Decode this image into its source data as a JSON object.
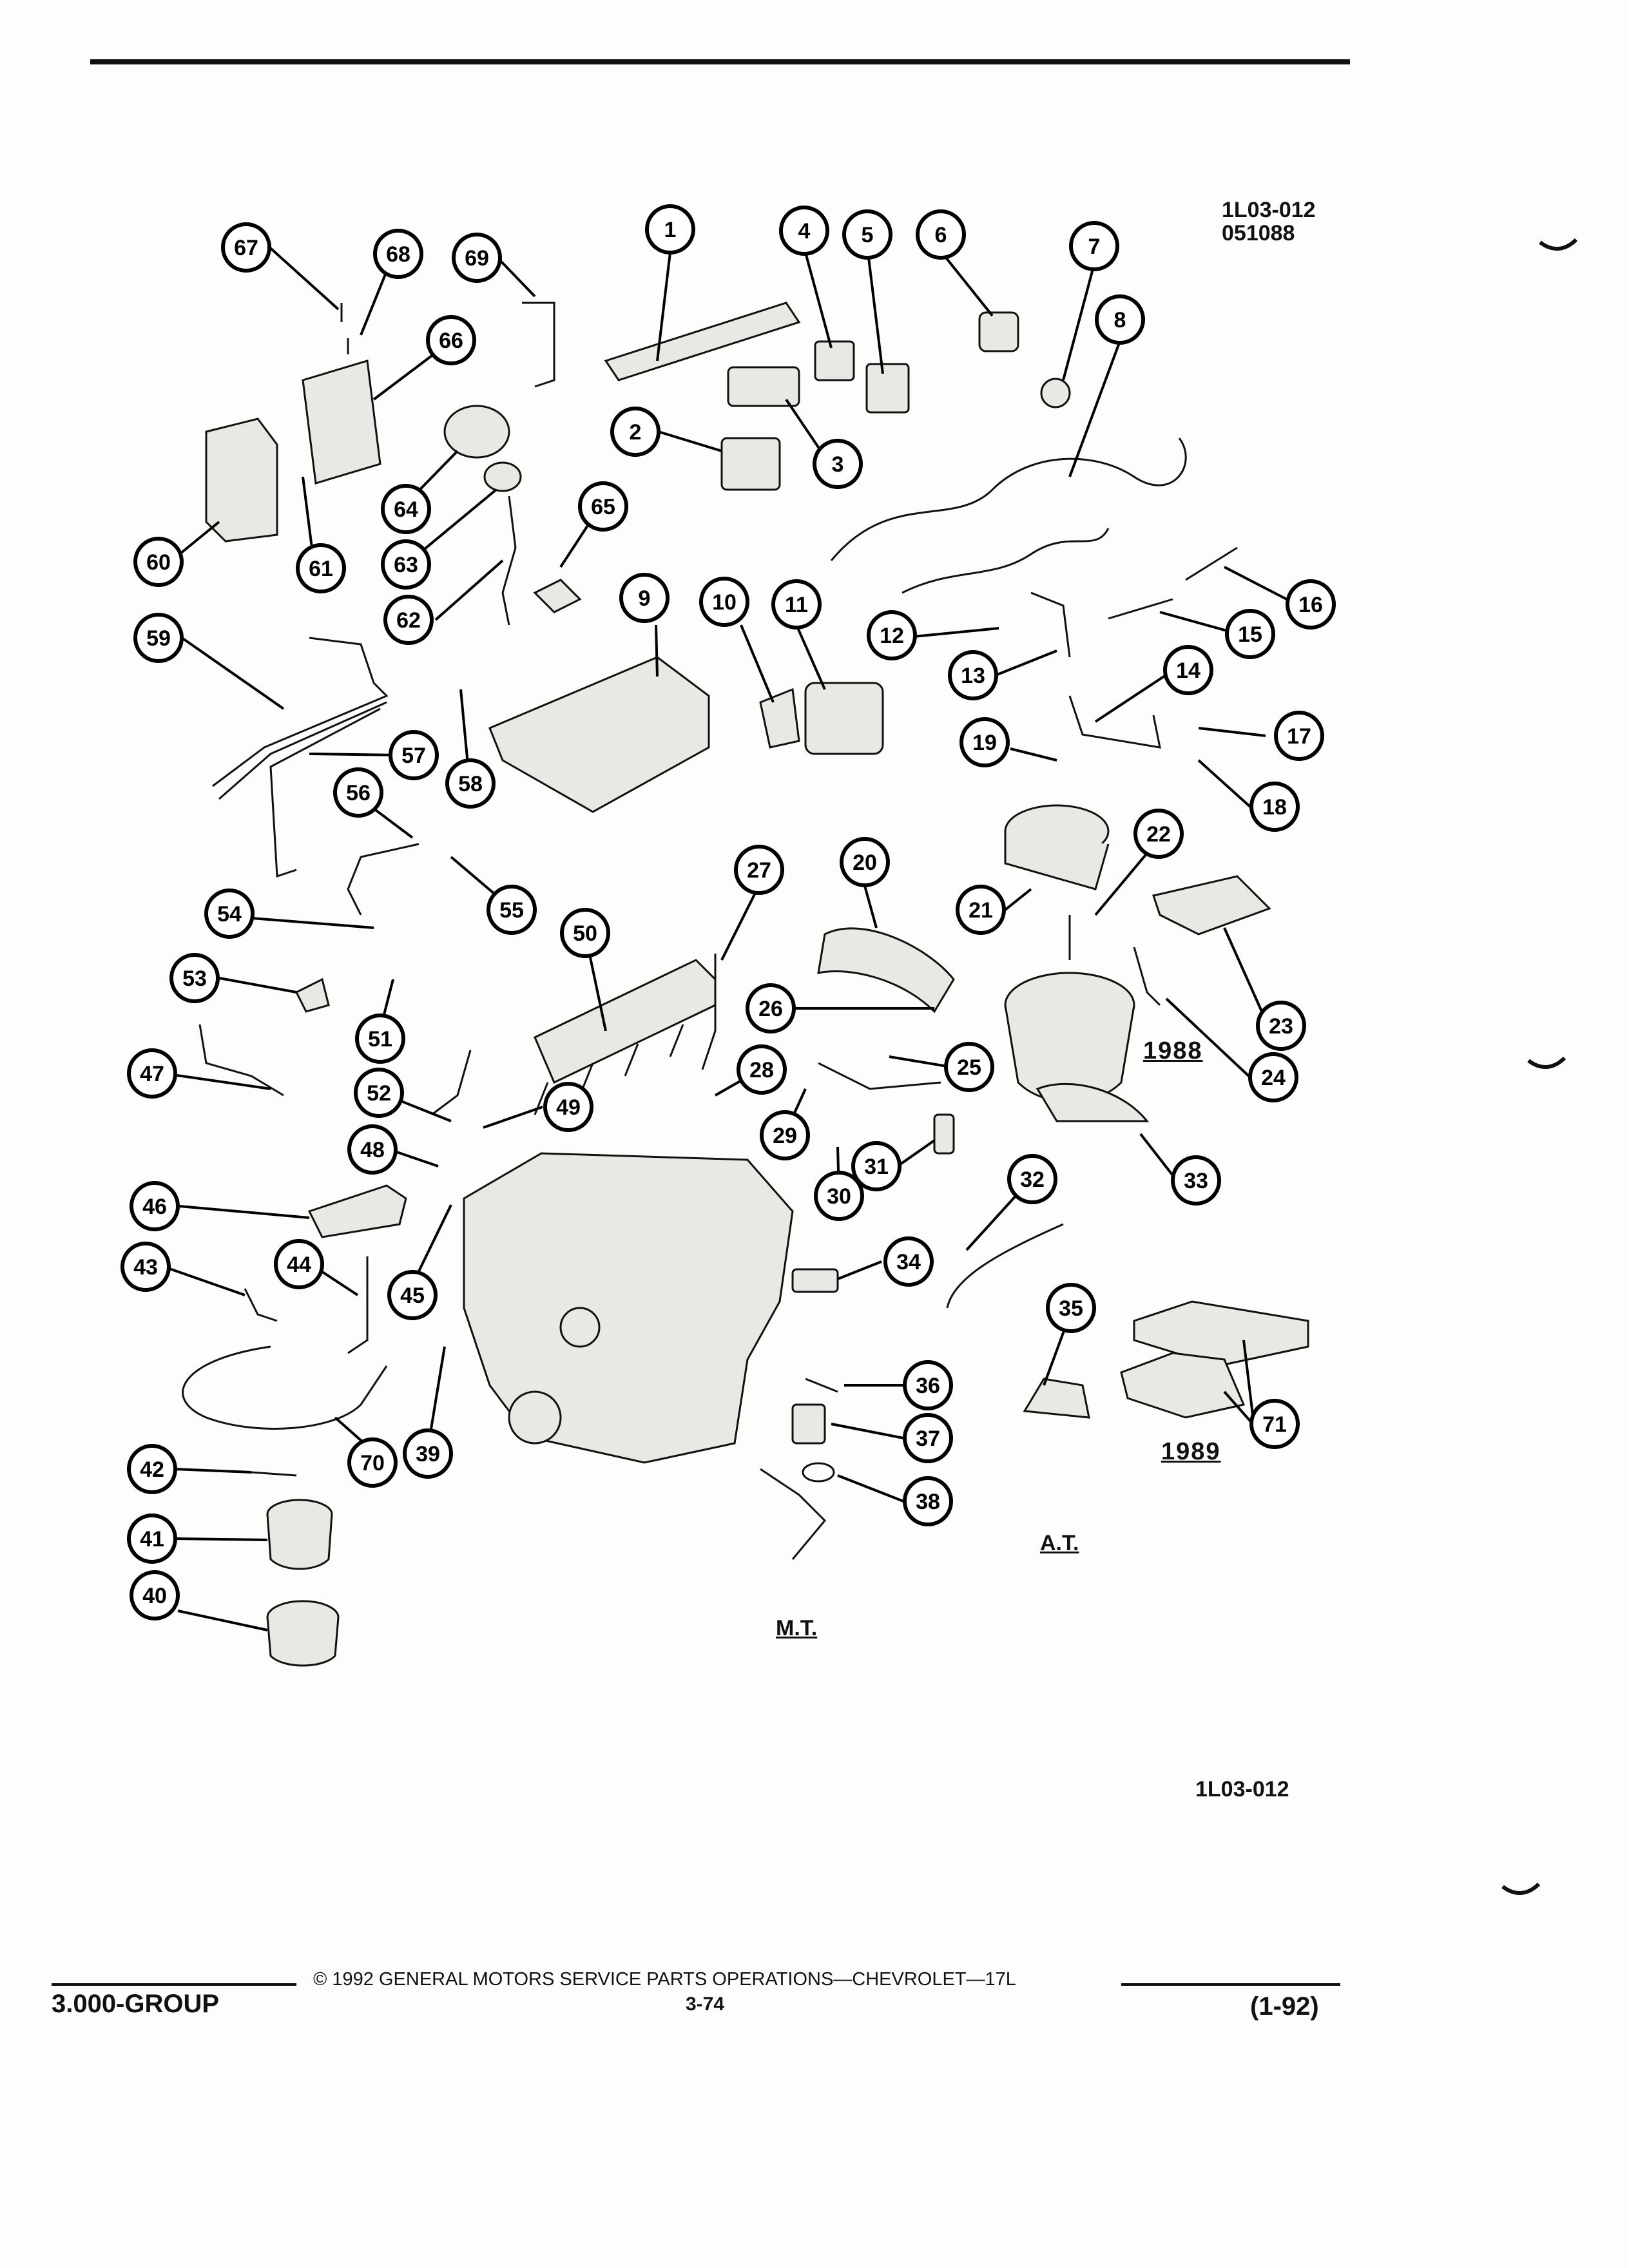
{
  "diagram_code_top": [
    "1L03-012",
    "051088"
  ],
  "diagram_code_bottom": "1L03-012",
  "labels": {
    "year_1988": "1988",
    "year_1989": "1989",
    "at": "A.T.",
    "mt": "M.T."
  },
  "footer": {
    "copyright": "© 1992 GENERAL MOTORS SERVICE PARTS OPERATIONS—CHEVROLET—17L",
    "group": "3.000-GROUP",
    "page": "3-74",
    "revision": "(1-92)"
  },
  "callouts": [
    "1",
    "2",
    "3",
    "4",
    "5",
    "6",
    "7",
    "8",
    "9",
    "10",
    "11",
    "12",
    "13",
    "14",
    "15",
    "16",
    "17",
    "18",
    "19",
    "20",
    "21",
    "22",
    "23",
    "24",
    "25",
    "26",
    "27",
    "28",
    "29",
    "30",
    "31",
    "32",
    "33",
    "34",
    "35",
    "36",
    "37",
    "38",
    "39",
    "40",
    "41",
    "42",
    "43",
    "44",
    "45",
    "46",
    "47",
    "48",
    "49",
    "50",
    "51",
    "52",
    "53",
    "54",
    "55",
    "56",
    "57",
    "58",
    "59",
    "60",
    "61",
    "62",
    "63",
    "64",
    "65",
    "66",
    "67",
    "68",
    "69",
    "70",
    "71"
  ]
}
